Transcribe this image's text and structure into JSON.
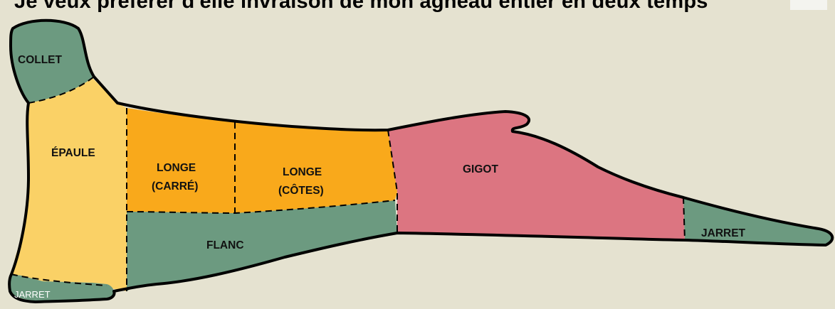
{
  "header": {
    "caption": "Je veux préférer d'elle invraison de mon agneau entier en deux temps"
  },
  "diagram": {
    "colors": {
      "green": "#6c9a80",
      "yellow": "#fad166",
      "orange": "#f9a91b",
      "pink": "#dc7581",
      "background": "#e5e2d0"
    },
    "cuts": {
      "collet": "COLLET",
      "epaule": "ÉPAULE",
      "longe_carre_line1": "LONGE",
      "longe_carre_line2": "(CARRÉ)",
      "longe_cotes_line1": "LONGE",
      "longe_cotes_line2": "(CÔTES)",
      "gigot": "GIGOT",
      "flanc": "FLANC",
      "jarret_rear": "JARRET",
      "jarret_front": "JARRET"
    }
  }
}
